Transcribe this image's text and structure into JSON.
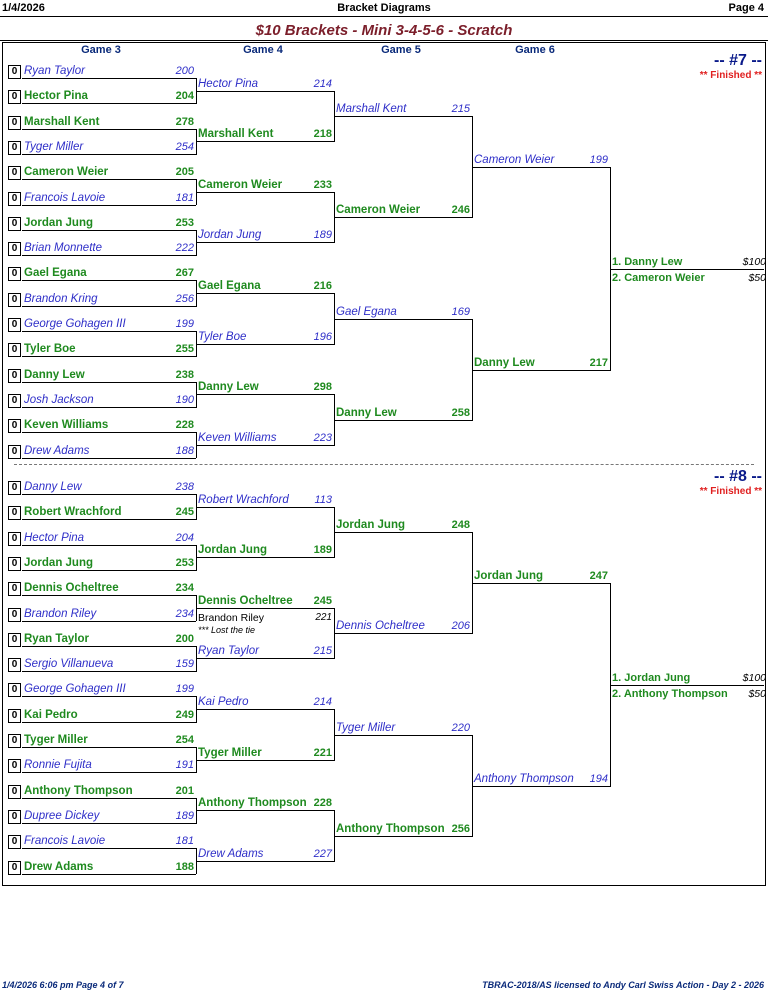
{
  "header": {
    "date": "1/4/2026",
    "title": "Bracket Diagrams",
    "page": "Page 4"
  },
  "main_title": "$10 Brackets - Mini 3-4-5-6 - Scratch",
  "columns": [
    "Game 3",
    "Game 4",
    "Game 5",
    "Game 6"
  ],
  "brackets": [
    {
      "id": "-- #7 --",
      "status": "** Finished **",
      "game3": [
        {
          "box": "0",
          "name": "Ryan Taylor",
          "score": "200",
          "win": false
        },
        {
          "box": "0",
          "name": "Hector Pina",
          "score": "204",
          "win": true
        },
        {
          "box": "0",
          "name": "Marshall Kent",
          "score": "278",
          "win": true
        },
        {
          "box": "0",
          "name": "Tyger Miller",
          "score": "254",
          "win": false
        },
        {
          "box": "0",
          "name": "Cameron Weier",
          "score": "205",
          "win": true
        },
        {
          "box": "0",
          "name": "Francois Lavoie",
          "score": "181",
          "win": false
        },
        {
          "box": "0",
          "name": "Jordan Jung",
          "score": "253",
          "win": true
        },
        {
          "box": "0",
          "name": "Brian Monnette",
          "score": "222",
          "win": false
        },
        {
          "box": "0",
          "name": "Gael Egana",
          "score": "267",
          "win": true
        },
        {
          "box": "0",
          "name": "Brandon Kring",
          "score": "256",
          "win": false
        },
        {
          "box": "0",
          "name": "George Gohagen III",
          "score": "199",
          "win": false
        },
        {
          "box": "0",
          "name": "Tyler Boe",
          "score": "255",
          "win": true
        },
        {
          "box": "0",
          "name": "Danny Lew",
          "score": "238",
          "win": true
        },
        {
          "box": "0",
          "name": "Josh Jackson",
          "score": "190",
          "win": false
        },
        {
          "box": "0",
          "name": "Keven Williams",
          "score": "228",
          "win": true
        },
        {
          "box": "0",
          "name": "Drew Adams",
          "score": "188",
          "win": false
        }
      ],
      "game4": [
        {
          "name": "Hector Pina",
          "score": "214",
          "win": false
        },
        {
          "name": "Marshall Kent",
          "score": "218",
          "win": true
        },
        {
          "name": "Cameron Weier",
          "score": "233",
          "win": true
        },
        {
          "name": "Jordan Jung",
          "score": "189",
          "win": false
        },
        {
          "name": "Gael Egana",
          "score": "216",
          "win": true
        },
        {
          "name": "Tyler Boe",
          "score": "196",
          "win": false
        },
        {
          "name": "Danny Lew",
          "score": "298",
          "win": true
        },
        {
          "name": "Keven Williams",
          "score": "223",
          "win": false
        }
      ],
      "game5": [
        {
          "name": "Marshall Kent",
          "score": "215",
          "win": false
        },
        {
          "name": "Cameron Weier",
          "score": "246",
          "win": true
        },
        {
          "name": "Gael Egana",
          "score": "169",
          "win": false
        },
        {
          "name": "Danny Lew",
          "score": "258",
          "win": true
        }
      ],
      "game6": [
        {
          "name": "Cameron Weier",
          "score": "199",
          "win": false
        },
        {
          "name": "Danny Lew",
          "score": "217",
          "win": true
        }
      ],
      "results": [
        {
          "place": "1. Danny Lew",
          "prize": "$100"
        },
        {
          "place": "2. Cameron Weier",
          "prize": "$50"
        }
      ]
    },
    {
      "id": "-- #8 --",
      "status": "** Finished **",
      "game3": [
        {
          "box": "0",
          "name": "Danny Lew",
          "score": "238",
          "win": false
        },
        {
          "box": "0",
          "name": "Robert Wrachford",
          "score": "245",
          "win": true
        },
        {
          "box": "0",
          "name": "Hector Pina",
          "score": "204",
          "win": false
        },
        {
          "box": "0",
          "name": "Jordan Jung",
          "score": "253",
          "win": true
        },
        {
          "box": "0",
          "name": "Dennis Ocheltree",
          "score": "234",
          "win": true
        },
        {
          "box": "0",
          "name": "Brandon Riley",
          "score": "234",
          "win": false
        },
        {
          "box": "0",
          "name": "Ryan Taylor",
          "score": "200",
          "win": true
        },
        {
          "box": "0",
          "name": "Sergio Villanueva",
          "score": "159",
          "win": false
        },
        {
          "box": "0",
          "name": "George Gohagen III",
          "score": "199",
          "win": false
        },
        {
          "box": "0",
          "name": "Kai Pedro",
          "score": "249",
          "win": true
        },
        {
          "box": "0",
          "name": "Tyger Miller",
          "score": "254",
          "win": true
        },
        {
          "box": "0",
          "name": "Ronnie Fujita",
          "score": "191",
          "win": false
        },
        {
          "box": "0",
          "name": "Anthony Thompson",
          "score": "201",
          "win": true
        },
        {
          "box": "0",
          "name": "Dupree Dickey",
          "score": "189",
          "win": false
        },
        {
          "box": "0",
          "name": "Francois Lavoie",
          "score": "181",
          "win": false
        },
        {
          "box": "0",
          "name": "Drew Adams",
          "score": "188",
          "win": true
        }
      ],
      "game4": [
        {
          "name": "Robert Wrachford",
          "score": "113",
          "win": false
        },
        {
          "name": "Jordan Jung",
          "score": "189",
          "win": true
        },
        {
          "name": "Dennis Ocheltree",
          "score": "245",
          "win": true
        },
        {
          "name": "Ryan Taylor",
          "score": "215",
          "win": false
        },
        {
          "name": "Kai Pedro",
          "score": "214",
          "win": false
        },
        {
          "name": "Tyger Miller",
          "score": "221",
          "win": true
        },
        {
          "name": "Anthony Thompson",
          "score": "228",
          "win": true
        },
        {
          "name": "Drew Adams",
          "score": "227",
          "win": false
        }
      ],
      "tie_note": {
        "name": "Brandon Riley",
        "score": "221",
        "note": "*** Lost the tie"
      },
      "game5": [
        {
          "name": "Jordan Jung",
          "score": "248",
          "win": true
        },
        {
          "name": "Dennis Ocheltree",
          "score": "206",
          "win": false
        },
        {
          "name": "Tyger Miller",
          "score": "220",
          "win": false
        },
        {
          "name": "Anthony Thompson",
          "score": "256",
          "win": true
        }
      ],
      "game6": [
        {
          "name": "Jordan Jung",
          "score": "247",
          "win": true
        },
        {
          "name": "Anthony Thompson",
          "score": "194",
          "win": false
        }
      ],
      "results": [
        {
          "place": "1. Jordan Jung",
          "prize": "$100"
        },
        {
          "place": "2. Anthony Thompson",
          "prize": "$50"
        }
      ]
    }
  ],
  "footer": {
    "left": "1/4/2026  6:06 pm  Page 4 of 7",
    "right": "TBRAC-2018/AS licensed to Andy Carl  Swiss Action - Day 2 - 2026"
  }
}
